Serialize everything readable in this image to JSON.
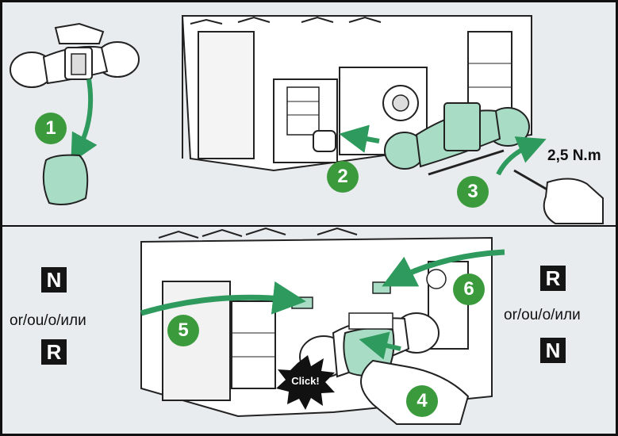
{
  "steps": {
    "s1": "1",
    "s2": "2",
    "s3": "3",
    "s4": "4",
    "s5": "5",
    "s6": "6"
  },
  "torque_label": "2,5 N.m",
  "click_label": "Click!",
  "left_group": {
    "top_box": "N",
    "or_text": "or/ou/o/или",
    "bottom_box": "R"
  },
  "right_group": {
    "top_box": "R",
    "or_text": "or/ou/o/или",
    "bottom_box": "N"
  },
  "colors": {
    "accent_green": "#3a9a3c",
    "cover_green": "#a8dcc4",
    "box_black": "#151515",
    "panel_bg": "#e9ecee"
  }
}
